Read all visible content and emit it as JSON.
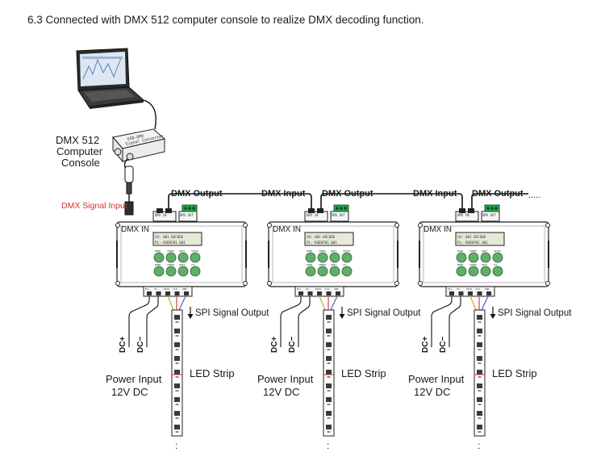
{
  "header": {
    "title": "6.3 Connected with DMX 512 computer console to realize DMX decoding function."
  },
  "console": {
    "label_lines": [
      "DMX 512",
      "Computer",
      "Console"
    ],
    "converter_label_lines": [
      "USB-DMX",
      "Signal Converter"
    ]
  },
  "dmx_signal_input": "DMX Signal Input",
  "link_labels": {
    "dmx_output": "DMX Output",
    "dmx_input": "DMX Input",
    "continuation": "....."
  },
  "decoder": {
    "dmx_in": "DMX IN",
    "port_label": "DMX IN",
    "port_label_out": "DMX OUT",
    "lcd_line1": "CH: 001 DECODE",
    "lcd_line2": "PL: RGBSP01   001",
    "button_labels_top": [
      "MODE",
      "SPEED",
      "UNIT",
      "SETUP"
    ],
    "button_labels_bottom": [
      "MODE",
      "SPEED",
      "UNIT",
      "CH"
    ],
    "terminal_labels": [
      "DC+",
      "DC-",
      "DATA",
      "CLK",
      "GND"
    ]
  },
  "units": [
    {
      "spi_output": "SPI Signal Output",
      "dc_plus": "DC+",
      "dc_minus": "DC−",
      "power_line1": "Power  Input",
      "power_line2": "12V DC",
      "led_strip": "LED Strip",
      "ellipsis": ":"
    },
    {
      "spi_output": "SPI Signal Output",
      "dc_plus": "DC+",
      "dc_minus": "DC−",
      "power_line1": "Power  Input",
      "power_line2": "12V DC",
      "led_strip": "LED Strip",
      "ellipsis": ":"
    },
    {
      "spi_output": "SPI Signal Output",
      "dc_plus": "DC+",
      "dc_minus": "DC−",
      "power_line1": "Power  Input",
      "power_line2": "12V DC",
      "led_strip": "LED Strip",
      "ellipsis": ":"
    }
  ]
}
